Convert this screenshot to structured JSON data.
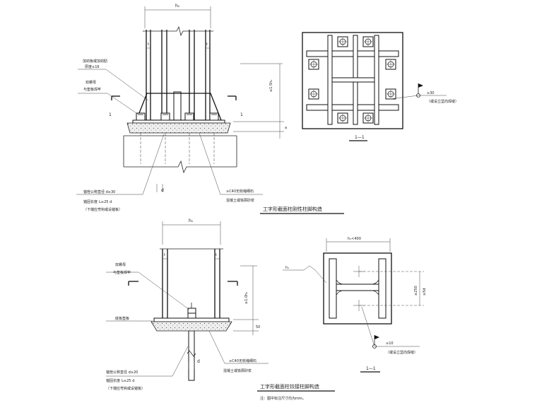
{
  "top_elevation": {
    "dim_width": "h₁",
    "dim_t": "t",
    "label_stiffener_1": "加劲板或加劲肋",
    "label_stiffener_2": "厚度≥16",
    "label_nut_1": "双螺母",
    "label_nut_2": "与垫板焊牢",
    "section_mark_left": "1",
    "section_mark_right": "1",
    "dim_height": "≥1.5h₁",
    "dim_small": "a",
    "label_bolt_dia": "锚栓公称直径 d≥30",
    "label_anchor_len": "锚固长度 lₐ≥25 d",
    "label_anchor_note": "（下端应弯钩或设锚板）",
    "label_d": "d",
    "label_grout_1": "≥C40无收缩细石",
    "label_grout_2": "混凝土或铁屑砂浆",
    "caption": "工字形截面柱刚性柱脚构造"
  },
  "top_section": {
    "label": "1—1",
    "weld_label": "≥30",
    "weld_note": "（或设立坚向焊缝）"
  },
  "bottom_elevation": {
    "dim_width": "h₁",
    "dim_t": "t",
    "label_nut_1": "双螺母",
    "label_nut_2": "与垫板焊牢",
    "label_plate": "底板垫板",
    "dim_height": "≥1.0h₁",
    "dim_small": "50",
    "label_d": "d",
    "label_grout_1": "≥C40无收缩细石",
    "label_grout_2": "混凝土或铁屑砂浆",
    "label_bolt_dia": "锚栓公称直径 d≥20",
    "label_anchor_len": "锚固长度 lₐ≥25 d",
    "label_anchor_note": "（下端应弯钩或设锚板）",
    "caption": "工字形截面柱铰接柱脚构造",
    "note": "注：图中标注尺寸均为mm。"
  },
  "bottom_section": {
    "dim_width": "h₁<400",
    "weld_mark": "h₁",
    "dim_side_1": "≥250",
    "dim_side_2": "≥5d",
    "weld_label": "≥10",
    "weld_note": "（或设立坚向焊缝）",
    "label": "1—1"
  }
}
